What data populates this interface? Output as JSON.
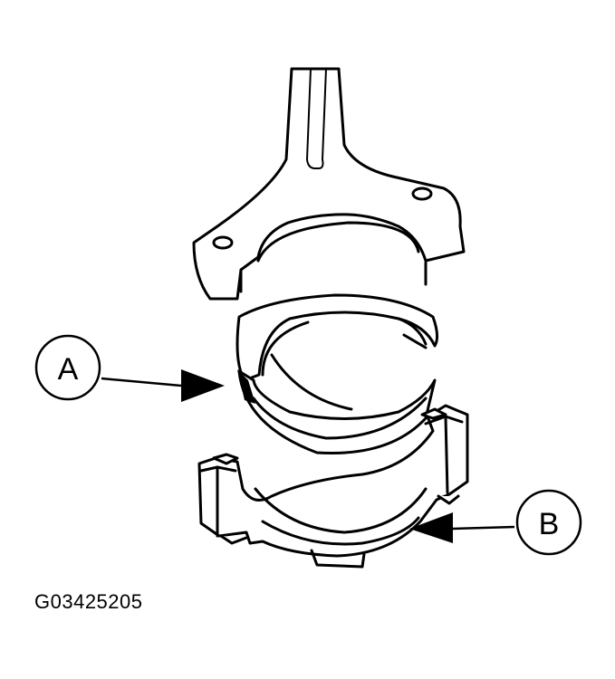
{
  "callouts": [
    {
      "id": "A",
      "label": "A"
    },
    {
      "id": "B",
      "label": "B"
    }
  ],
  "figure_id": "G03425205",
  "colors": {
    "line": "#000000",
    "background": "#ffffff"
  }
}
